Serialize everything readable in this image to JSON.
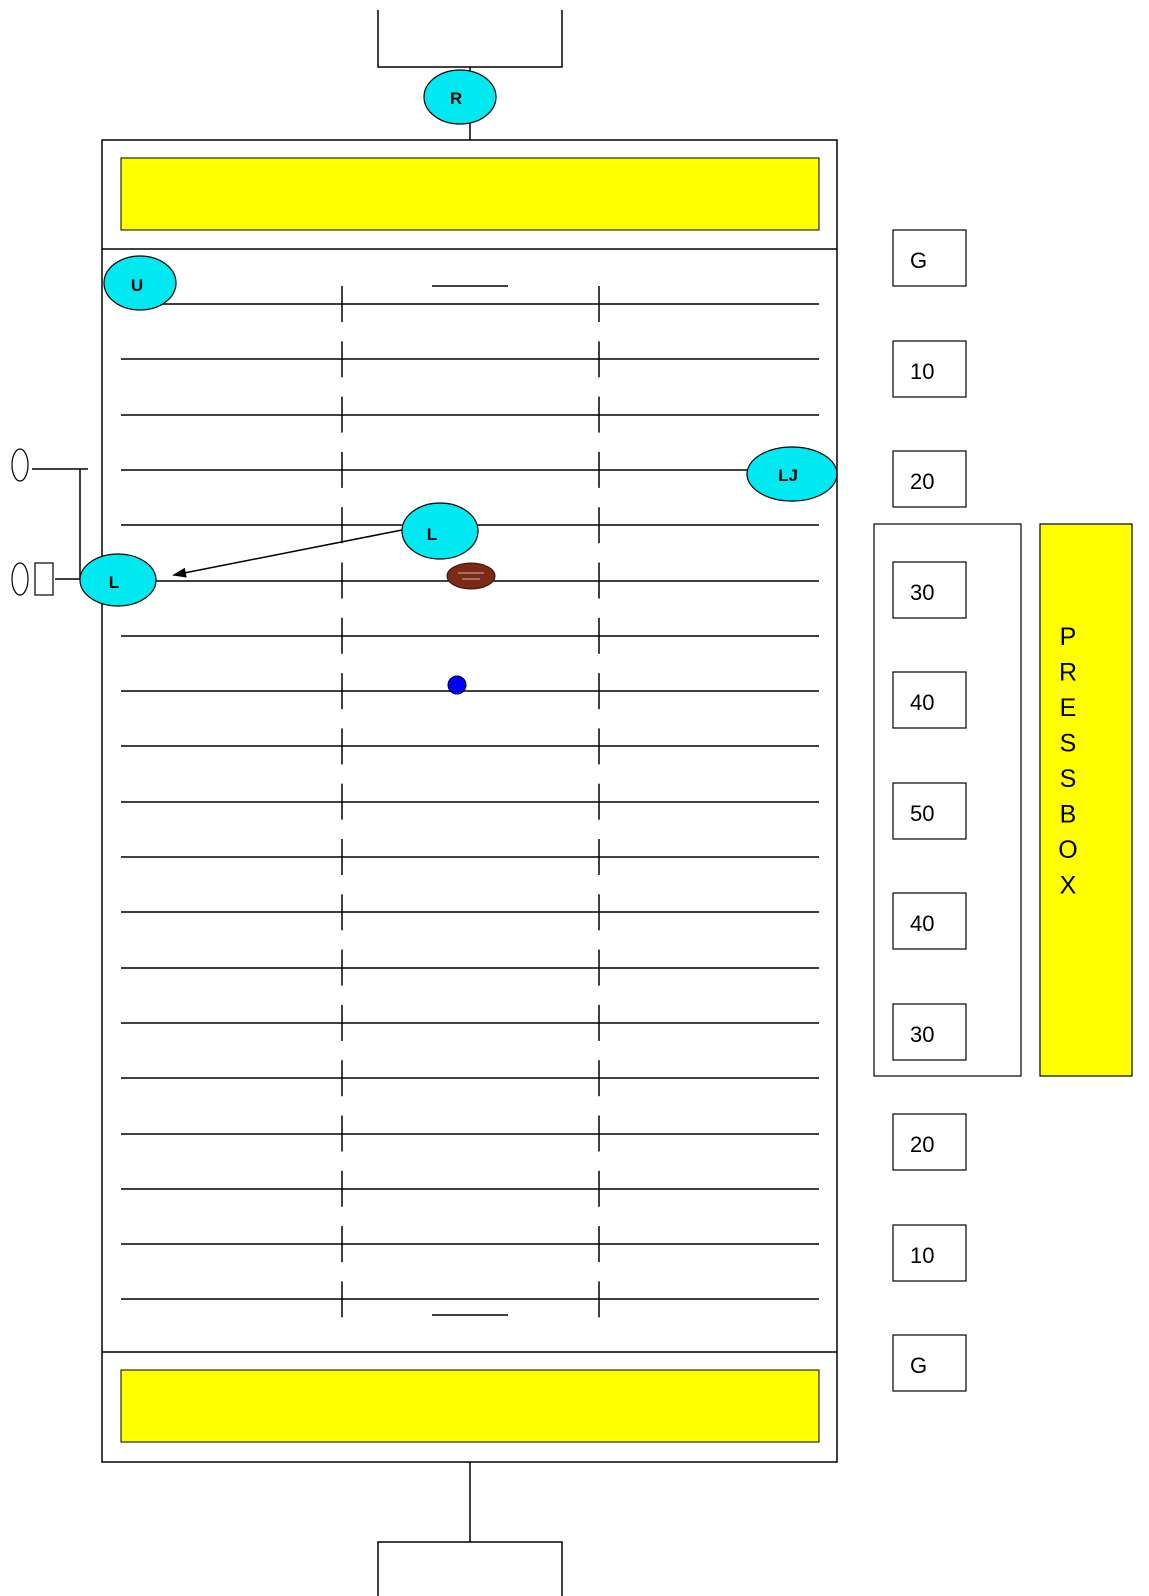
{
  "colors": {
    "endzone": "#ffff00",
    "official_fill": "#00e8f0",
    "ball_marker": "#0000ff",
    "football": "#7a2a16",
    "line": "#000000"
  },
  "yard_markers": [
    "G",
    "10",
    "20",
    "30",
    "40",
    "50",
    "40",
    "30",
    "20",
    "10",
    "G"
  ],
  "officials": {
    "referee": "R",
    "umpire": "U",
    "line_judge": "LJ",
    "linesman_field": "L",
    "linesman_sideline": "L"
  },
  "press_box": {
    "letters": [
      "P",
      "R",
      "E",
      "S",
      "S",
      "B",
      "O",
      "X"
    ]
  },
  "icons": {
    "football": "football-icon",
    "ball_spot": "ball-spot-icon",
    "down_marker": "down-marker-icon",
    "chain_stakes": "chain-stake-icon",
    "movement_arrow": "arrow-icon"
  }
}
